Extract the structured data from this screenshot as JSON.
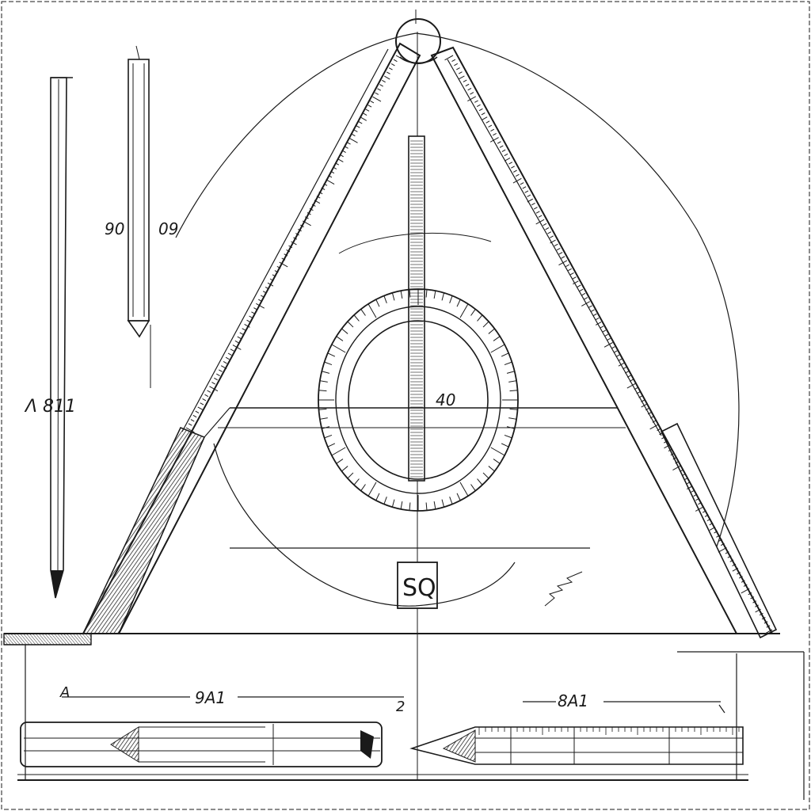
{
  "labels": {
    "pencil_left": "Ʌ 811",
    "pencil_mid_left": "90",
    "pencil_mid_right": "09",
    "protractor_center": "40",
    "center_box": "SQ",
    "dim_left": "9A1",
    "dim_left_end": "A",
    "dim_center": "2",
    "dim_right": "8A1"
  },
  "colors": {
    "ink": "#1a1a1a",
    "paper": "#ffffff",
    "hatch": "#3a3a3a"
  }
}
